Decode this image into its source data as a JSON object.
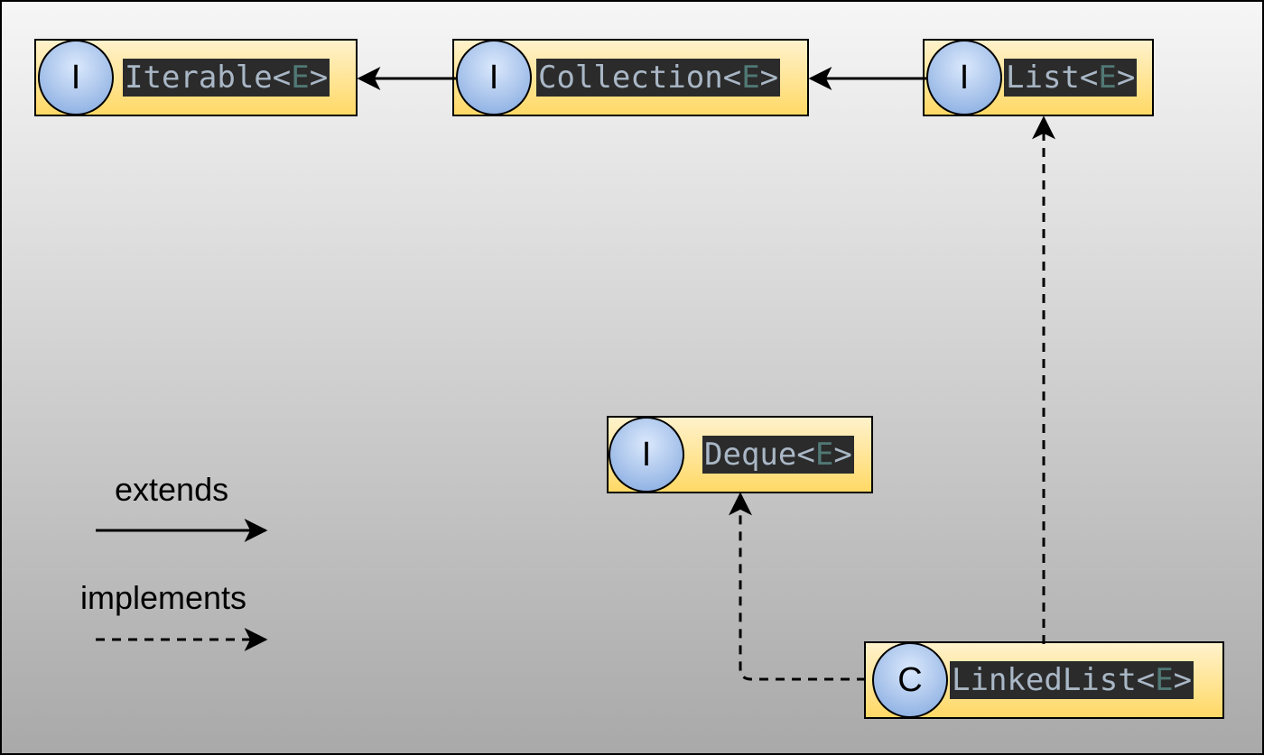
{
  "nodes": {
    "iterable": {
      "badge": "I",
      "name": "Iterable",
      "type_param": "E"
    },
    "collection": {
      "badge": "I",
      "name": "Collection",
      "type_param": "E"
    },
    "list": {
      "badge": "I",
      "name": "List",
      "type_param": "E"
    },
    "deque": {
      "badge": "I",
      "name": "Deque",
      "type_param": "E"
    },
    "linkedlist": {
      "badge": "C",
      "name": "LinkedList",
      "type_param": "E"
    }
  },
  "edges": [
    {
      "from": "collection",
      "to": "iterable",
      "kind": "extends"
    },
    {
      "from": "list",
      "to": "collection",
      "kind": "extends"
    },
    {
      "from": "linkedlist",
      "to": "list",
      "kind": "implements"
    },
    {
      "from": "linkedlist",
      "to": "deque",
      "kind": "implements"
    }
  ],
  "legend": {
    "extends_label": "extends",
    "implements_label": "implements"
  },
  "colors": {
    "node_fill_top": "#fff2cc",
    "node_fill_bottom": "#ffd966",
    "badge_fill": "#a9c4eb",
    "code_bg": "#2b2b2b",
    "code_text": "#a9b7c6",
    "type_param": "#507874"
  }
}
